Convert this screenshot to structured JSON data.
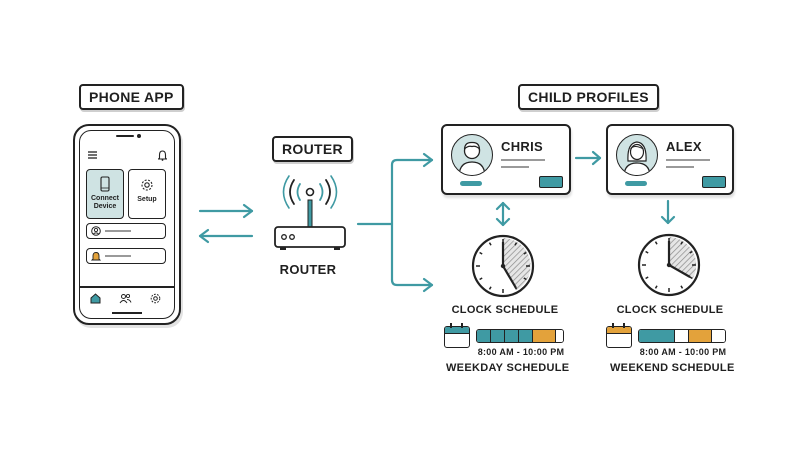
{
  "colors": {
    "teal": "#3f9aa3",
    "teal_light": "#cfe3e3",
    "orange": "#e3a23b",
    "ink": "#222222",
    "bell": "#e3a23b"
  },
  "phone_section": {
    "label": "PHONE APP",
    "tiles": [
      {
        "label_line1": "Connect",
        "label_line2": "Device",
        "icon": "phone-icon",
        "highlighted": true
      },
      {
        "label_line1": "Setup",
        "label_line2": "",
        "icon": "gear-icon",
        "highlighted": false
      }
    ],
    "header_icons": [
      "menu-icon",
      "bell-icon"
    ],
    "rows": [
      {
        "icon": "user-icon"
      },
      {
        "icon": "bell-icon"
      }
    ],
    "nav": [
      "home-icon",
      "users-icon",
      "gear-icon"
    ]
  },
  "router_section": {
    "label": "ROUTER",
    "caption": "ROUTER"
  },
  "profiles_section": {
    "label": "CHILD PROFILES",
    "profiles": [
      {
        "name": "CHRIS",
        "avatar": "boy-avatar-icon",
        "clock_caption": "CLOCK SCHEDULE",
        "clock_arrow": "bidirectional",
        "schedule": {
          "time_range": "8:00 AM - 10:00 PM",
          "caption": "WEEKDAY SCHEDULE",
          "calendar_header_color": "#3f9aa3",
          "segments": [
            "teal",
            "teal",
            "teal",
            "teal",
            "orange",
            "white"
          ]
        }
      },
      {
        "name": "ALEX",
        "avatar": "girl-avatar-icon",
        "clock_caption": "CLOCK SCHEDULE",
        "clock_arrow": "down",
        "schedule": {
          "time_range": "8:00 AM - 10:00 PM",
          "caption": "WEEKEND SCHEDULE",
          "calendar_header_color": "#e3a23b",
          "segments": [
            "teal-wide",
            "white",
            "orange",
            "white"
          ]
        }
      }
    ]
  }
}
